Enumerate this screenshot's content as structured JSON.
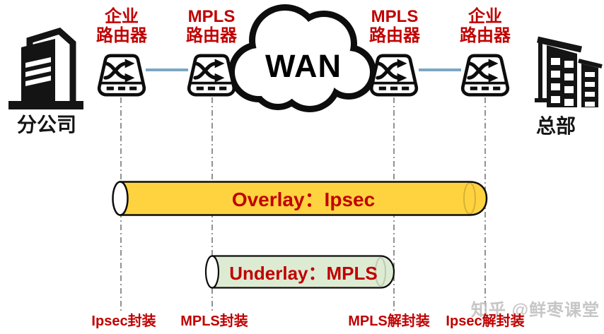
{
  "diagram": {
    "branch_label": "分公司",
    "hq_label": "总部",
    "wan_label": "WAN",
    "routers": [
      {
        "line1": "企业",
        "line2": "路由器"
      },
      {
        "line1": "MPLS",
        "line2": "路由器"
      },
      {
        "line1": "MPLS",
        "line2": "路由器"
      },
      {
        "line1": "企业",
        "line2": "路由器"
      }
    ],
    "tunnels": {
      "overlay": {
        "label": "Overlay：Ipsec",
        "fill": "#FFD340"
      },
      "underlay": {
        "label": "Underlay：MPLS",
        "fill": "#DEEBD3"
      }
    },
    "annotations": [
      "Ipsec封装",
      "MPLS封装",
      "MPLS解封装",
      "Ipsec解封装"
    ],
    "watermark": "知乎 @鲜枣课堂",
    "colors": {
      "label_red": "#C00000",
      "link_blue": "#7BA6C4",
      "outline_black": "#0d0d0d"
    }
  }
}
